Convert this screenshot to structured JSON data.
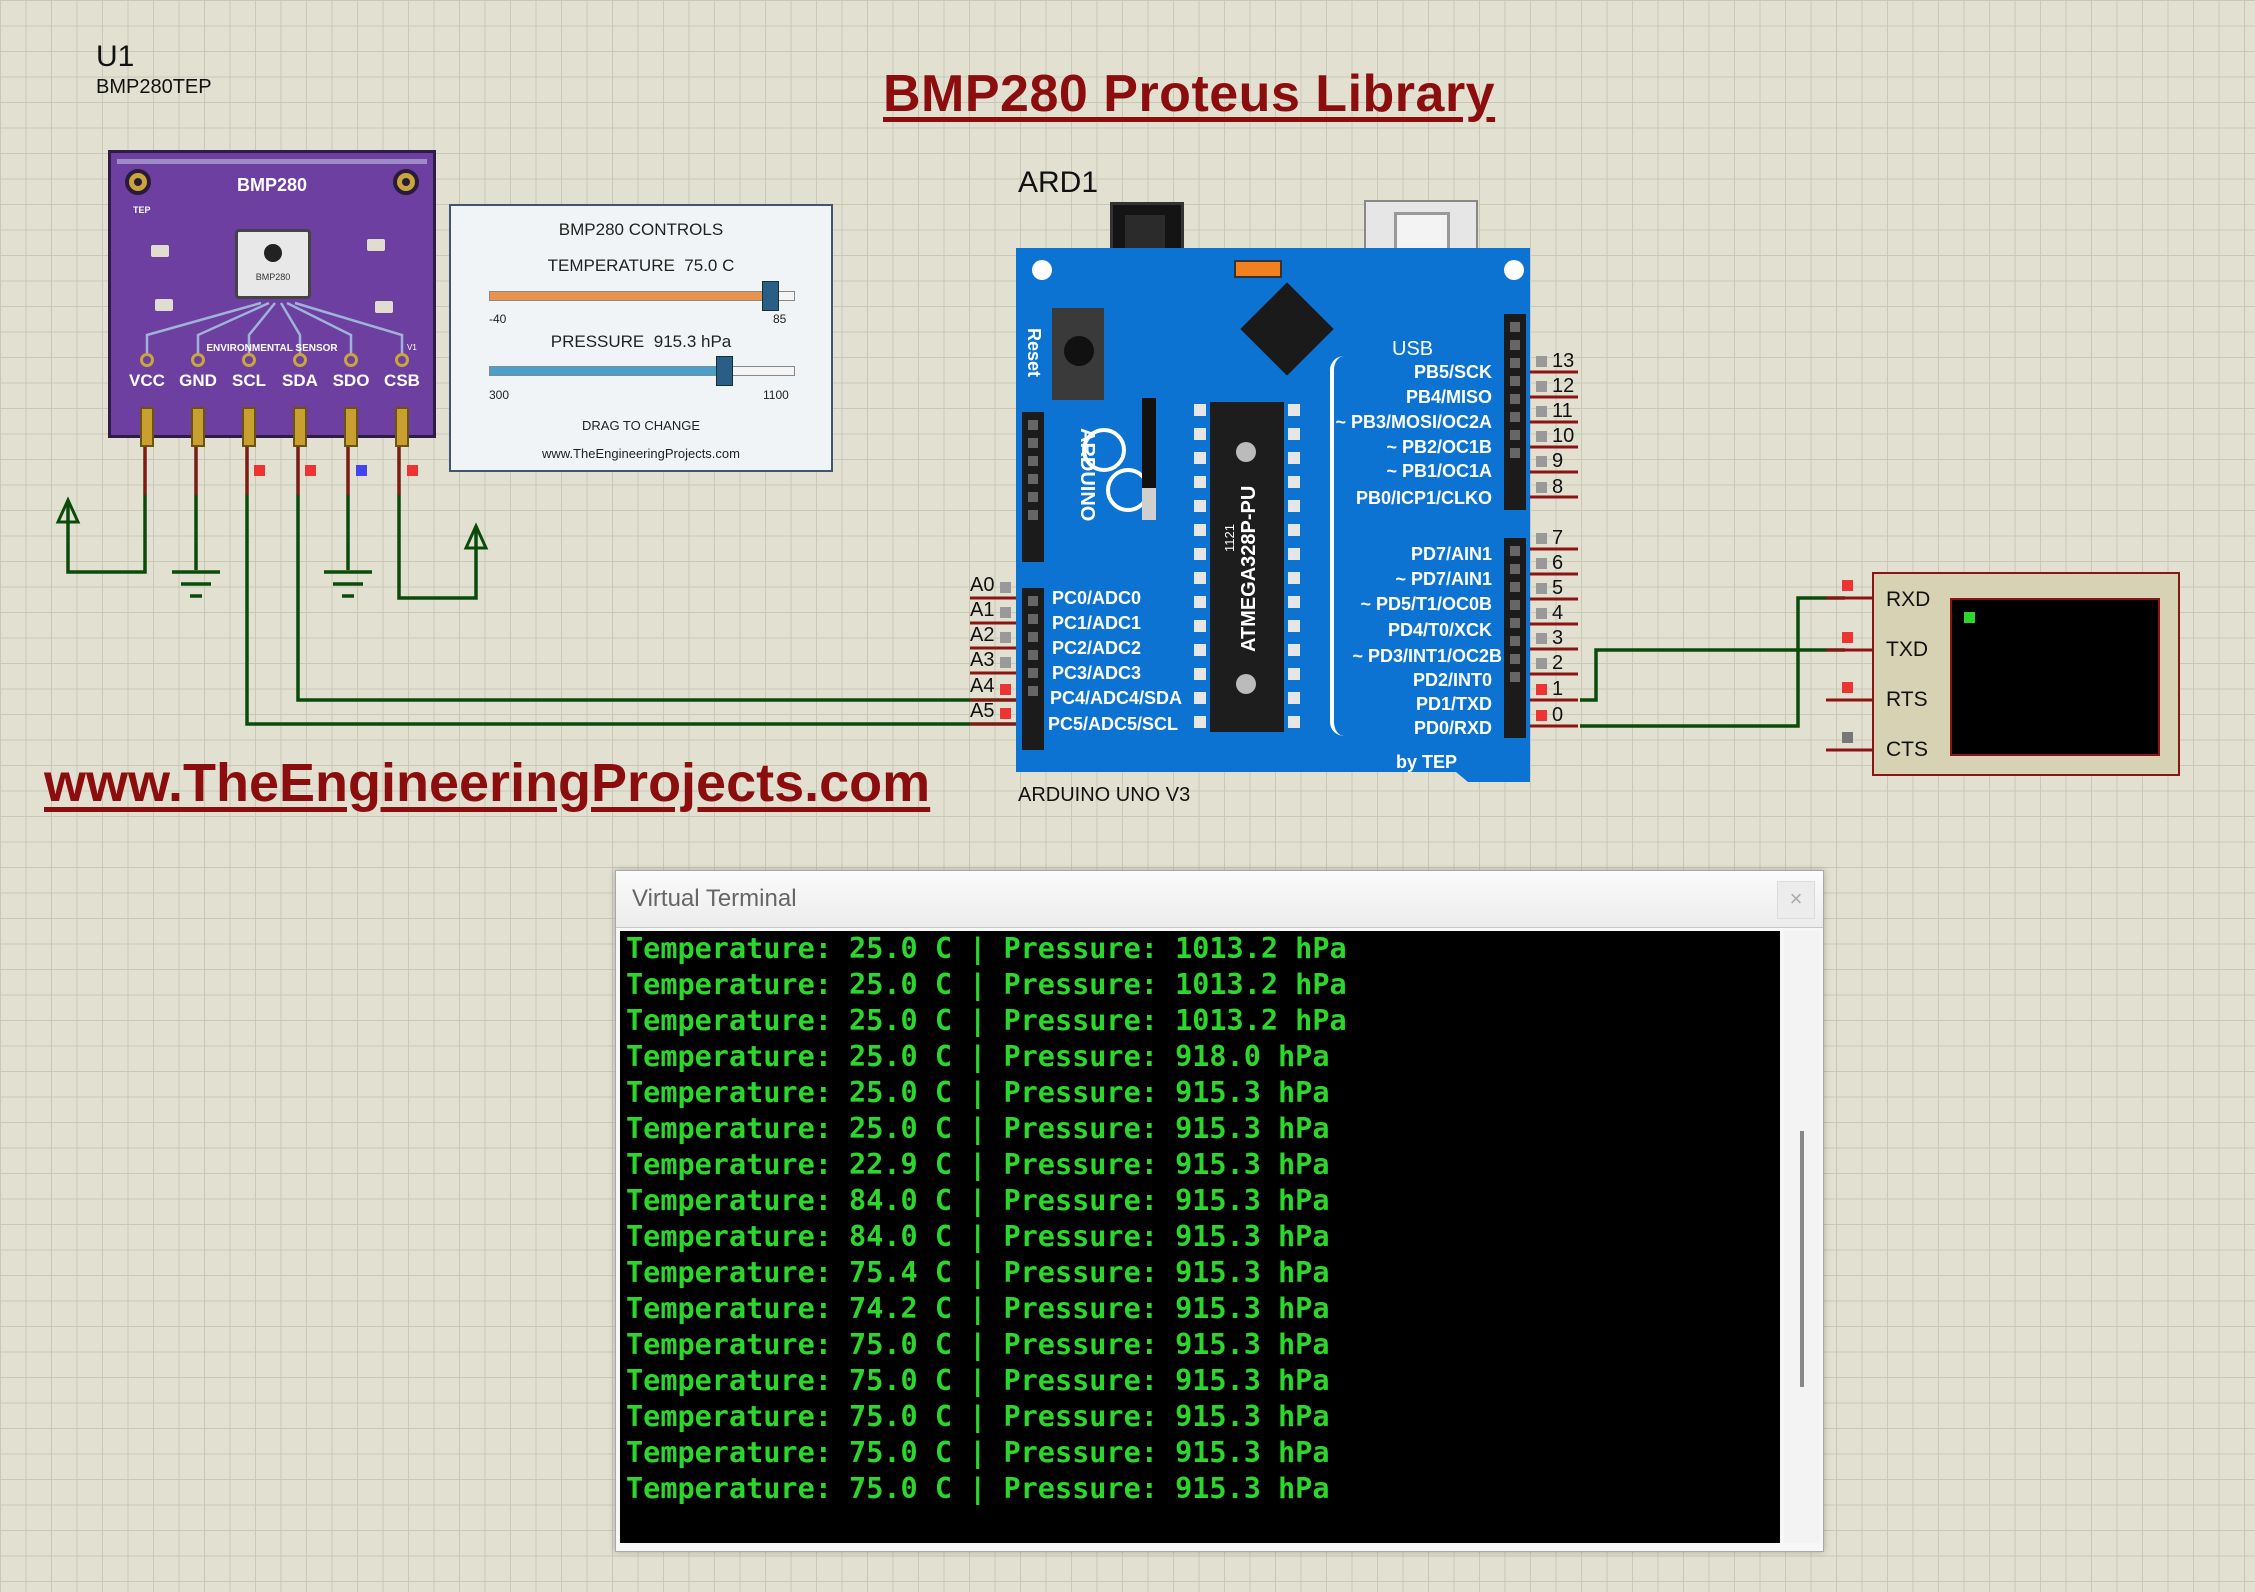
{
  "schematic": {
    "title": "BMP280 Proteus Library",
    "website": "www.TheEngineeringProjects.com",
    "colors": {
      "title_red": "#8b0d0d",
      "wire_green": "#0b4a0b",
      "arduino_blue": "#0c73d2",
      "terminal_green": "#2cd62c"
    }
  },
  "sensor": {
    "ref": "U1",
    "value": "BMP280TEP",
    "board_label": "BMP280",
    "brand_mark": "TEP",
    "chip_label": "BMP280",
    "subtitle": "ENVIRONMENTAL SENSOR",
    "version": "V1",
    "pins": [
      "VCC",
      "GND",
      "SCL",
      "SDA",
      "SDO",
      "CSB"
    ]
  },
  "controls": {
    "title": "BMP280 CONTROLS",
    "temperature_label": "TEMPERATURE",
    "temperature_value": "75.0 C",
    "temperature_min": "-40",
    "temperature_max": "85",
    "temperature_level": 0.92,
    "pressure_label": "PRESSURE",
    "pressure_value": "915.3 hPa",
    "pressure_min": "300",
    "pressure_max": "1100",
    "pressure_level": 0.769,
    "hint": "DRAG TO CHANGE",
    "footer": "www.TheEngineeringProjects.com"
  },
  "arduino": {
    "ref": "ARD1",
    "value": "ARDUINO UNO V3",
    "reset_label": "Reset",
    "usb_label": "USB",
    "logo_text": "ARDUINO",
    "chip_text": "ATMEGA328P-PU",
    "chip_code": "1121",
    "brand": "by TEP",
    "analog_pins": [
      {
        "num": "A0",
        "label": "PC0/ADC0"
      },
      {
        "num": "A1",
        "label": "PC1/ADC1"
      },
      {
        "num": "A2",
        "label": "PC2/ADC2"
      },
      {
        "num": "A3",
        "label": "PC3/ADC3"
      },
      {
        "num": "A4",
        "label": "PC4/ADC4/SDA"
      },
      {
        "num": "A5",
        "label": "PC5/ADC5/SCL"
      }
    ],
    "digital_high": [
      {
        "num": "13",
        "label": "PB5/SCK"
      },
      {
        "num": "12",
        "label": "PB4/MISO"
      },
      {
        "num": "11",
        "label": "~ PB3/MOSI/OC2A"
      },
      {
        "num": "10",
        "label": "~ PB2/OC1B"
      },
      {
        "num": "9",
        "label": "~ PB1/OC1A"
      },
      {
        "num": "8",
        "label": "PB0/ICP1/CLKO"
      }
    ],
    "digital_low": [
      {
        "num": "7",
        "label": "PD7/AIN1"
      },
      {
        "num": "6",
        "label": "~ PD7/AIN1"
      },
      {
        "num": "5",
        "label": "~ PD5/T1/OC0B"
      },
      {
        "num": "4",
        "label": "PD4/T0/XCK"
      },
      {
        "num": "3",
        "label": "~ PD3/INT1/OC2B"
      },
      {
        "num": "2",
        "label": "PD2/INT0"
      },
      {
        "num": "1",
        "label": "PD1/TXD"
      },
      {
        "num": "0",
        "label": "PD0/RXD"
      }
    ]
  },
  "terminal_component": {
    "pins": [
      "RXD",
      "TXD",
      "RTS",
      "CTS"
    ]
  },
  "terminal_window": {
    "title": "Virtual Terminal",
    "close": "×",
    "lines": [
      "Temperature: 25.0 C | Pressure: 1013.2 hPa",
      "Temperature: 25.0 C | Pressure: 1013.2 hPa",
      "Temperature: 25.0 C | Pressure: 1013.2 hPa",
      "Temperature: 25.0 C | Pressure: 918.0 hPa",
      "Temperature: 25.0 C | Pressure: 915.3 hPa",
      "Temperature: 25.0 C | Pressure: 915.3 hPa",
      "Temperature: 22.9 C | Pressure: 915.3 hPa",
      "Temperature: 84.0 C | Pressure: 915.3 hPa",
      "Temperature: 84.0 C | Pressure: 915.3 hPa",
      "Temperature: 75.4 C | Pressure: 915.3 hPa",
      "Temperature: 74.2 C | Pressure: 915.3 hPa",
      "Temperature: 75.0 C | Pressure: 915.3 hPa",
      "Temperature: 75.0 C | Pressure: 915.3 hPa",
      "Temperature: 75.0 C | Pressure: 915.3 hPa",
      "Temperature: 75.0 C | Pressure: 915.3 hPa",
      "Temperature: 75.0 C | Pressure: 915.3 hPa"
    ]
  }
}
